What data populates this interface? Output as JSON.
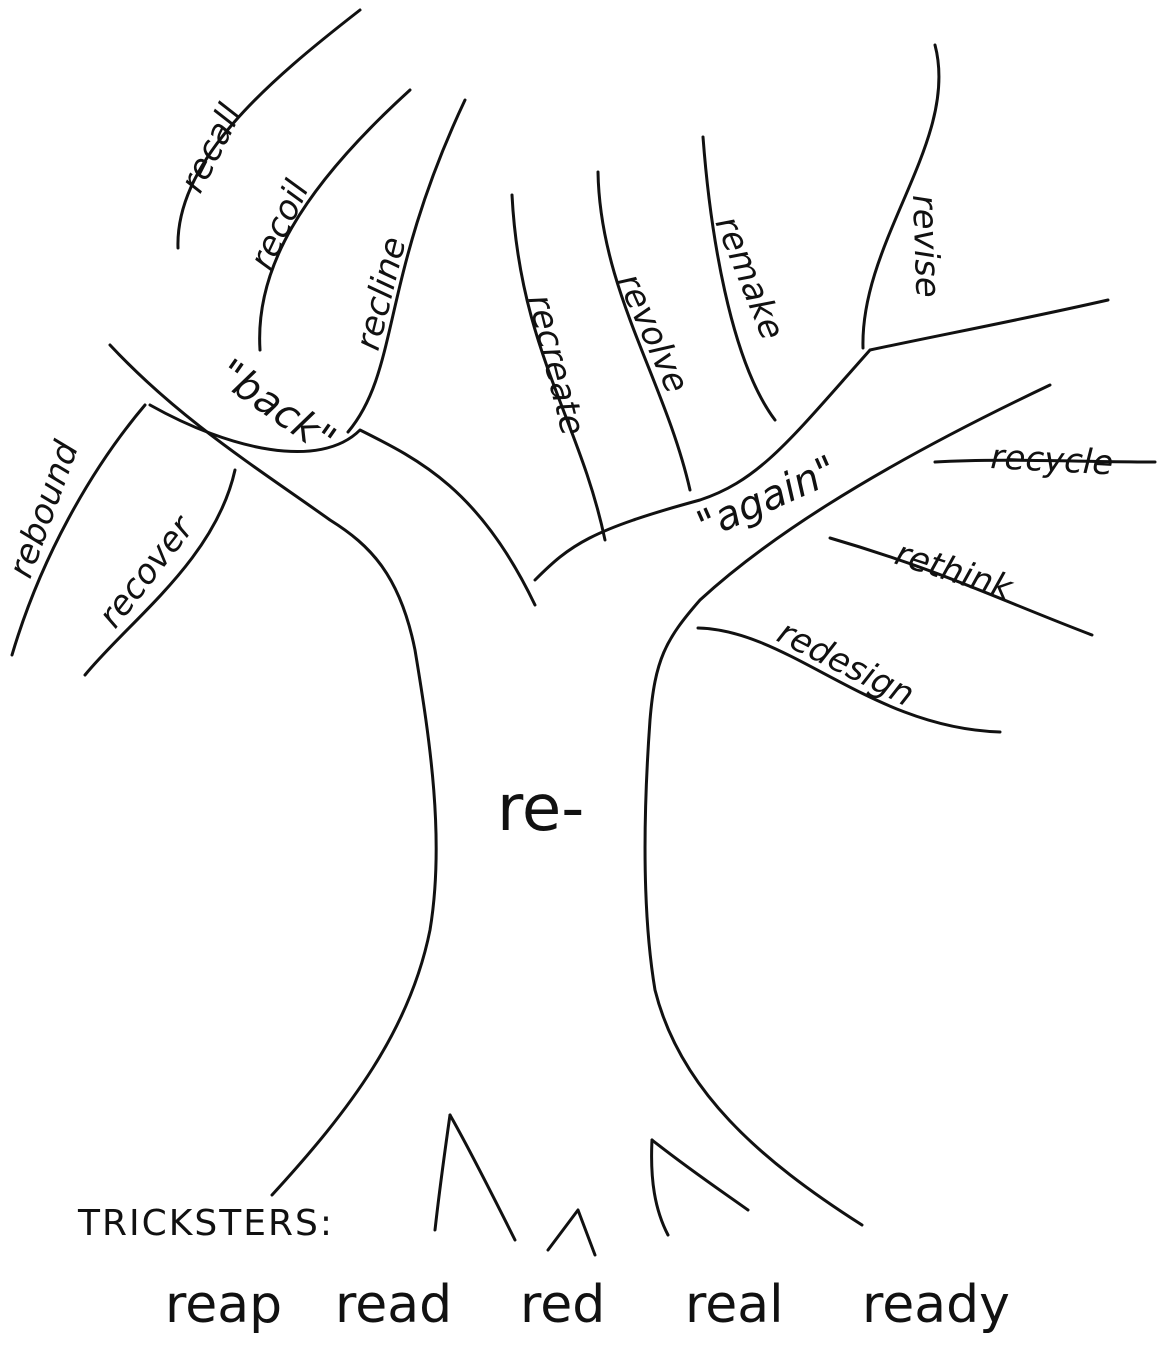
{
  "root": "re-",
  "groups": {
    "back": "\"back\"",
    "again": "\"again\""
  },
  "back_words": {
    "recall": "recall",
    "recoil": "recoil",
    "recline": "recline",
    "rebound": "rebound",
    "recover": "recover"
  },
  "again_words": {
    "recreate": "recreate",
    "revolve": "revolve",
    "remake": "remake",
    "revise": "revise",
    "recycle": "recycle",
    "rethink": "rethink",
    "redesign": "redesign"
  },
  "tricksters": {
    "heading": "TRICKSTERS:",
    "words": [
      "reap",
      "read",
      "red",
      "real",
      "ready"
    ]
  }
}
